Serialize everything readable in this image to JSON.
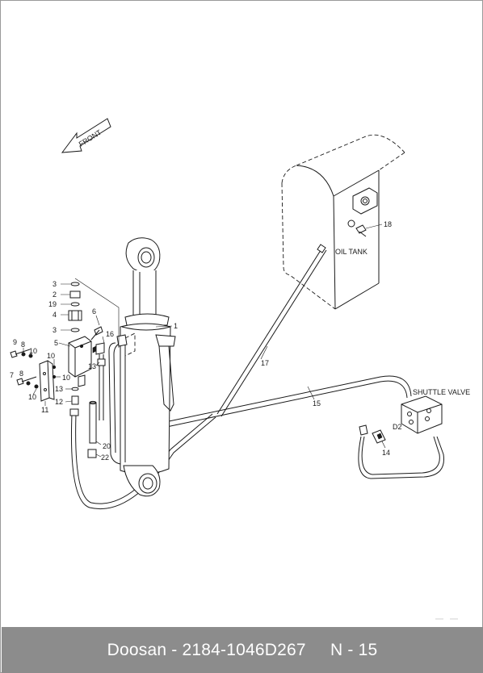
{
  "diagram": {
    "direction_label": "FRONT",
    "tank_label": "OIL TANK",
    "valve_label": "SHUTTLE VALVE",
    "port_label": "D2",
    "parts": {
      "p1": "1",
      "p2": "2",
      "p3a": "3",
      "p3b": "3",
      "p4": "4",
      "p5": "5",
      "p6": "6",
      "p7": "7",
      "p8a": "8",
      "p8b": "8",
      "p9": "9",
      "p10a": "10",
      "p10b": "10",
      "p10c": "10",
      "p10d": "10",
      "p11": "11",
      "p12": "12",
      "p13a": "13",
      "p13b": "13",
      "p14": "14",
      "p15": "15",
      "p16": "16",
      "p17": "17",
      "p18": "18",
      "p19": "19",
      "p20": "20",
      "p22": "22"
    }
  },
  "footer": {
    "brand": "Doosan",
    "separator": " - ",
    "part_number": "2184-1046D267",
    "page": "N - 15"
  }
}
